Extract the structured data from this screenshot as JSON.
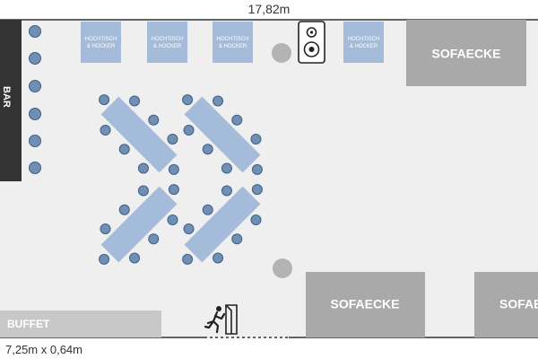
{
  "dimensions": {
    "width_label": "17,82m",
    "buffet_label": "7,25m x 0,64m"
  },
  "areas": {
    "bar": "BAR",
    "buffet": "BUFFET",
    "sofa": "SOFAECKE"
  },
  "high_tables": {
    "line1": "HOCHTISCH",
    "line2": "& HOCKER",
    "count": 4
  },
  "icons": [
    "speaker-icon",
    "emergency-exit-icon"
  ],
  "colors": {
    "floor": "#efefef",
    "wall": "#333333",
    "table": "#a4bcda",
    "chair": "#6f8fb4",
    "chair_stroke": "#3f5f86",
    "sofa": "#a9a9a9",
    "pillar": "#b3b3b3",
    "buffet": "#c8c8c8",
    "bar": "#333333"
  }
}
